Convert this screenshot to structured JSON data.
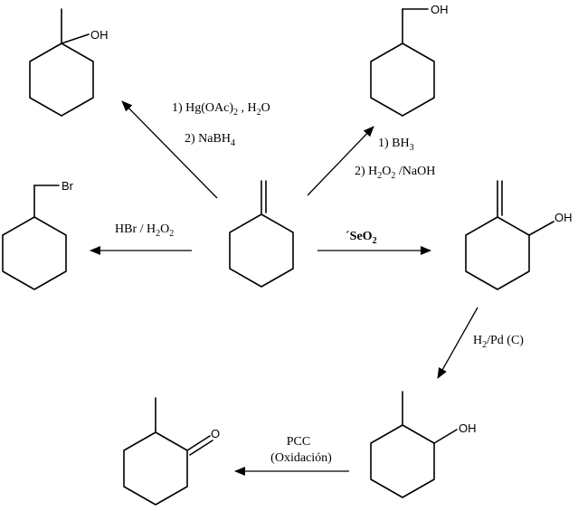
{
  "colors": {
    "ink": "#000000",
    "background": "#ffffff"
  },
  "atoms": {
    "oh": "OH",
    "br": "Br",
    "o": "O"
  },
  "conditions": {
    "oxymercuration": {
      "step1_prefix": "1) Hg(OAc)",
      "step1_sub": "2",
      "step1_suffix": " , H",
      "step1_sub2": "2",
      "step1_tail": "O",
      "step2_prefix": "2) NaBH",
      "step2_sub": "4"
    },
    "hydroboration": {
      "step1_prefix": "1) BH",
      "step1_sub": "3",
      "step2_prefix": "2) H",
      "step2_sub": "2",
      "step2_mid": "O",
      "step2_sub2": "2",
      "step2_tail": " /NaOH"
    },
    "hbr_peroxide": {
      "prefix": "HBr / H",
      "sub": "2",
      "mid": "O",
      "sub2": "2"
    },
    "selenium_dioxide": {
      "label": "´SeO",
      "sub": "2"
    },
    "hydrogenation": {
      "prefix": "H",
      "sub": "2",
      "tail": "/Pd (C)"
    },
    "pcc": {
      "line1": "PCC",
      "line2": "(Oxidación)"
    }
  }
}
